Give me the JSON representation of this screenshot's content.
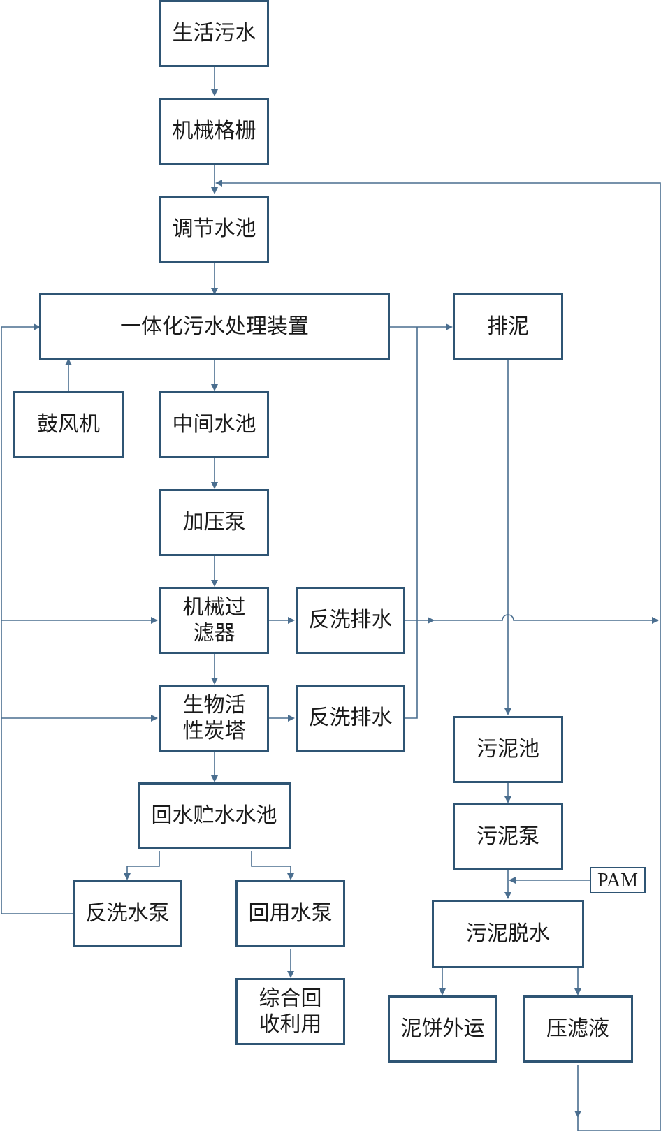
{
  "nodes": {
    "domestic_sewage": "生活污水",
    "mechanical_grille": "机械格栅",
    "regulating_tank": "调节水池",
    "integrated_device": "一体化污水处理装置",
    "sludge_discharge": "排泥",
    "blower": "鼓风机",
    "middle_tank": "中间水池",
    "booster_pump": "加压泵",
    "mech_filter_line1": "机械过",
    "mech_filter_line2": "滤器",
    "backwash_drain_1": "反洗排水",
    "bio_carbon_line1": "生物活",
    "bio_carbon_line2": "性炭塔",
    "backwash_drain_2": "反洗排水",
    "reuse_storage_tank": "回水贮水水池",
    "backwash_pump": "反洗水泵",
    "reuse_pump": "回用水泵",
    "comprehensive_line1": "综合回",
    "comprehensive_line2": "收利用",
    "sludge_tank": "污泥池",
    "sludge_pump": "污泥泵",
    "pam": "PAM",
    "sludge_dewatering": "污泥脱水",
    "cake_transport": "泥饼外运",
    "filtrate": "压滤液"
  },
  "colors": {
    "box_border": "#2f5574",
    "line": "#4a6e8f"
  }
}
